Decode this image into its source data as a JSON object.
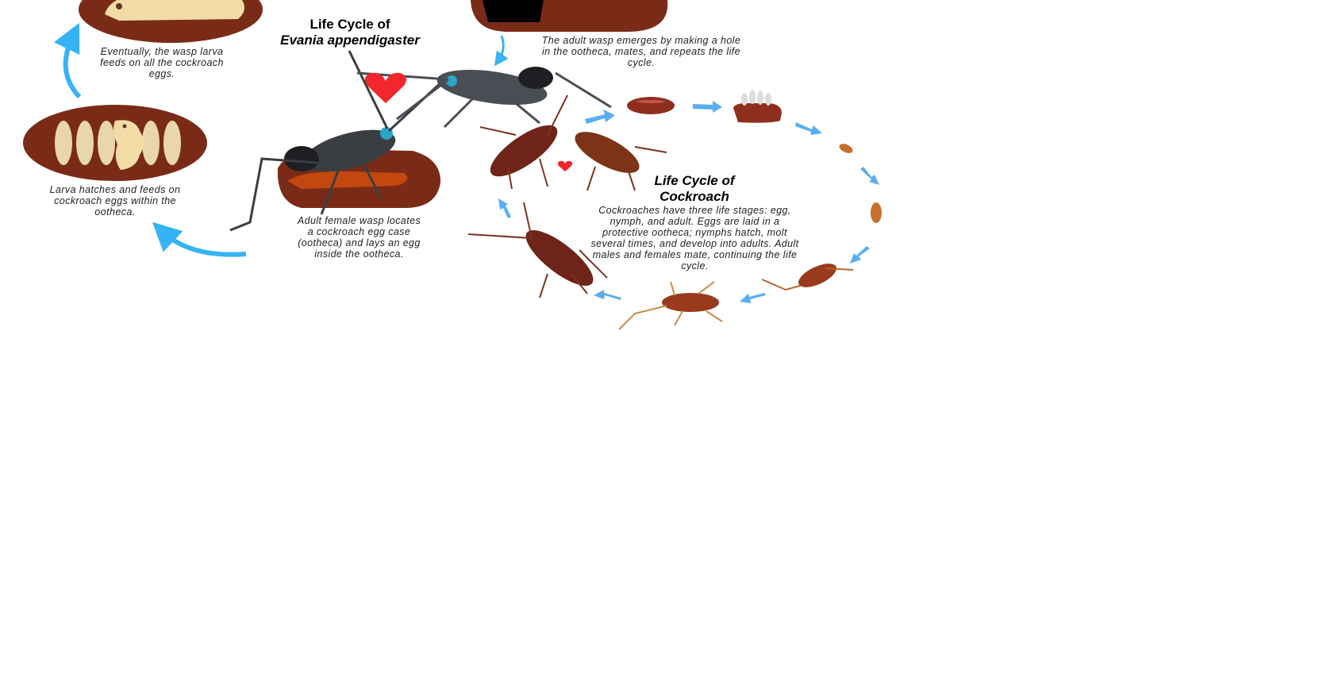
{
  "wasp_cycle": {
    "title_line1": "Life Cycle of",
    "title_line2": "Evania appendigaster",
    "steps": [
      {
        "text": "Adult female wasp locates a cockroach egg case (ootheca) and lays an egg inside the ootheca."
      },
      {
        "text": "Larva hatches and feeds on cockroach eggs within the ootheca."
      },
      {
        "text": "Eventually, the wasp larva feeds on all the cockroach eggs."
      },
      {
        "text": "The adult wasp emerges by making a hole in the ootheca, mates, and repeats the life cycle."
      }
    ]
  },
  "cockroach_cycle": {
    "title_line1": "Life Cycle of",
    "title_line2": "Cockroach",
    "description": "Cockroaches have three life stages: egg, nymph, and adult. Eggs are laid in a protective ootheca; nymphs hatch, molt several times, and develop into adults. Adult males and females mate, continuing the life cycle."
  },
  "colors": {
    "ootheca": "#7a2b17",
    "egg": "#e9d6ae",
    "larva": "#f2dca6",
    "arrow_wasp": "#35b3f5",
    "arrow_cockroach": "#5aaef2",
    "heart": "#f2262b",
    "cockroach": "#6e2418",
    "nymph": "#c7702e",
    "wasp": "#3a3d42"
  },
  "icons": [
    "heart-icon",
    "arrow-icon",
    "wasp-icon",
    "cockroach-icon",
    "nymph-icon",
    "ootheca-icon"
  ]
}
